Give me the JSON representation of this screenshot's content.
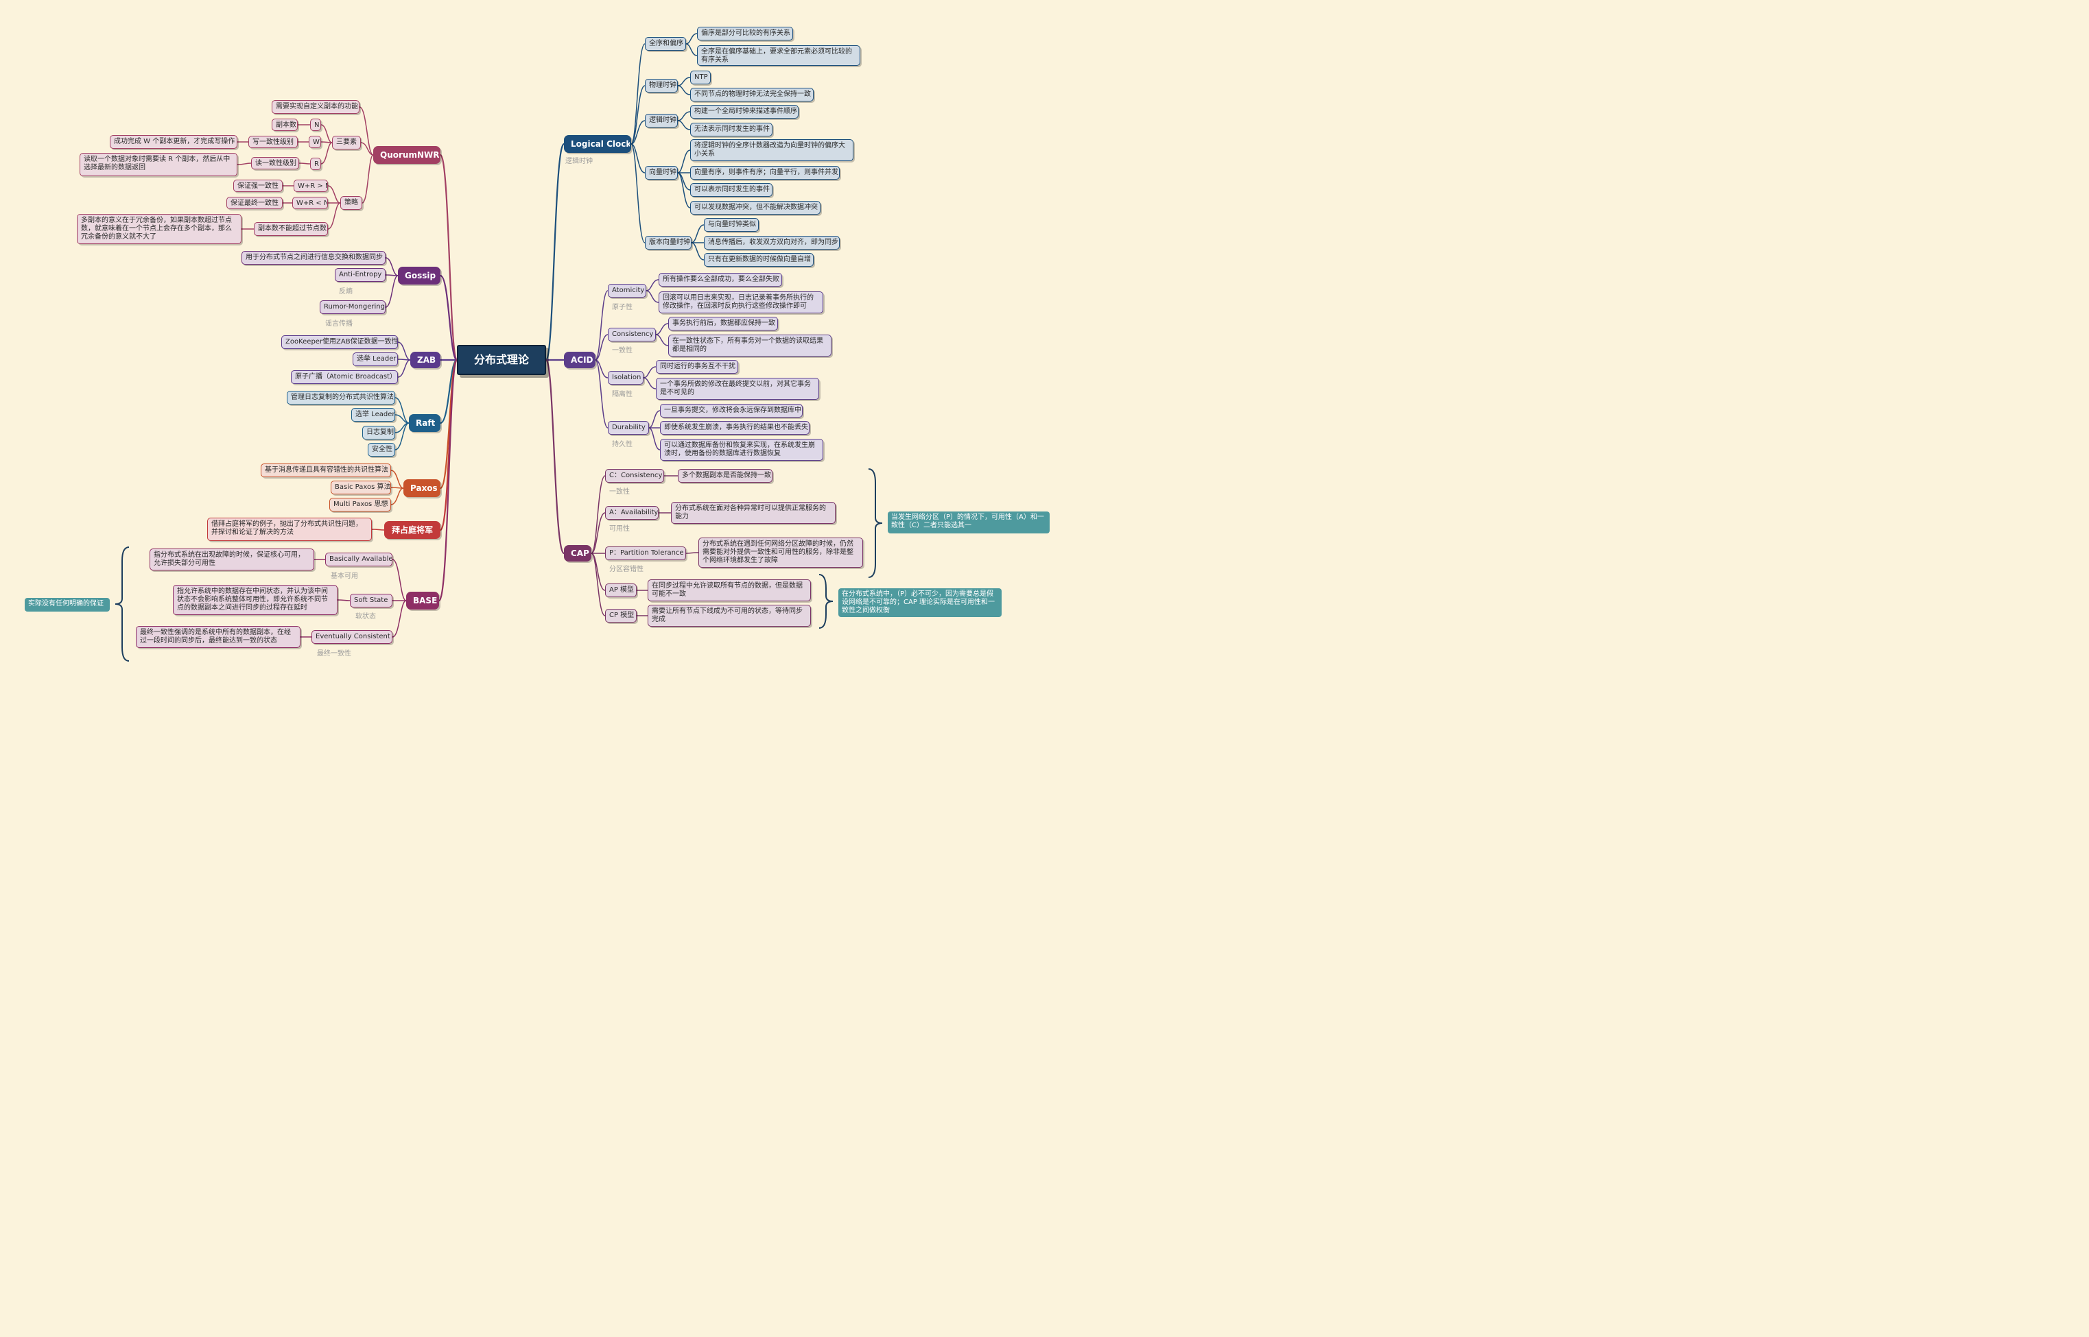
{
  "colors": {
    "center": "#1d3e5e",
    "logical_clock": "#1c4f7c",
    "acid": "#5b3d8a",
    "cap": "#7a3466",
    "quorum": "#a23f63",
    "gossip": "#6c2f7a",
    "zab": "#5a3a8c",
    "raft": "#1e5f8a",
    "paxos": "#c9532b",
    "byzantine": "#c23a3a",
    "base": "#8e2f65",
    "callout": "#4e9a9e"
  },
  "nodes": [
    {
      "id": "center",
      "text": "分布式理论",
      "kind": "center"
    },
    {
      "id": "lc",
      "text": "Logical Clock",
      "kind": "lvl1"
    },
    {
      "id": "lc_note",
      "text": "逻辑时钟",
      "kind": "note"
    },
    {
      "id": "lc_1",
      "text": "全序和偏序"
    },
    {
      "id": "lc_1a",
      "text": "偏序是部分可比较的有序关系"
    },
    {
      "id": "lc_1b",
      "text": "全序是在偏序基础上，要求全部元素必须可比较的有序关系"
    },
    {
      "id": "lc_2",
      "text": "物理时钟"
    },
    {
      "id": "lc_2a",
      "text": "NTP"
    },
    {
      "id": "lc_2b",
      "text": "不同节点的物理时钟无法完全保持一致"
    },
    {
      "id": "lc_3",
      "text": "逻辑时钟"
    },
    {
      "id": "lc_3a",
      "text": "构建一个全局时钟来描述事件顺序"
    },
    {
      "id": "lc_3b",
      "text": "无法表示同时发生的事件"
    },
    {
      "id": "lc_4",
      "text": "向量时钟"
    },
    {
      "id": "lc_4a",
      "text": "将逻辑时钟的全序计数器改造为向量时钟的偏序大小关系"
    },
    {
      "id": "lc_4b",
      "text": "向量有序，则事件有序；向量平行，则事件并发"
    },
    {
      "id": "lc_4c",
      "text": "可以表示同时发生的事件"
    },
    {
      "id": "lc_4d",
      "text": "可以发现数据冲突，但不能解决数据冲突"
    },
    {
      "id": "lc_5",
      "text": "版本向量时钟"
    },
    {
      "id": "lc_5a",
      "text": "与向量时钟类似"
    },
    {
      "id": "lc_5b",
      "text": "消息传播后，收发双方双向对齐，即为同步"
    },
    {
      "id": "lc_5c",
      "text": "只有在更新数据的时候做向量自增"
    },
    {
      "id": "acid",
      "text": "ACID",
      "kind": "lvl1"
    },
    {
      "id": "ac_1",
      "text": "Atomicity"
    },
    {
      "id": "ac_1n",
      "text": "原子性",
      "kind": "note"
    },
    {
      "id": "ac_1a",
      "text": "所有操作要么全部成功，要么全部失败"
    },
    {
      "id": "ac_1b",
      "text": "回滚可以用日志来实现，日志记录着事务所执行的修改操作，在回滚时反向执行这些修改操作即可"
    },
    {
      "id": "ac_2",
      "text": "Consistency"
    },
    {
      "id": "ac_2n",
      "text": "一致性",
      "kind": "note"
    },
    {
      "id": "ac_2a",
      "text": "事务执行前后，数据都应保持一致"
    },
    {
      "id": "ac_2b",
      "text": "在一致性状态下，所有事务对一个数据的读取结果都是相同的"
    },
    {
      "id": "ac_3",
      "text": "Isolation"
    },
    {
      "id": "ac_3n",
      "text": "隔离性",
      "kind": "note"
    },
    {
      "id": "ac_3a",
      "text": "同时运行的事务互不干扰"
    },
    {
      "id": "ac_3b",
      "text": "一个事务所做的修改在最终提交以前，对其它事务是不可见的"
    },
    {
      "id": "ac_4",
      "text": "Durability"
    },
    {
      "id": "ac_4n",
      "text": "持久性",
      "kind": "note"
    },
    {
      "id": "ac_4a",
      "text": "一旦事务提交，修改将会永远保存到数据库中"
    },
    {
      "id": "ac_4b",
      "text": "即使系统发生崩溃，事务执行的结果也不能丢失"
    },
    {
      "id": "ac_4c",
      "text": "可以通过数据库备份和恢复来实现，在系统发生崩溃时，使用备份的数据库进行数据恢复"
    },
    {
      "id": "cap",
      "text": "CAP",
      "kind": "lvl1"
    },
    {
      "id": "cap_1",
      "text": "C：Consistency"
    },
    {
      "id": "cap_1n",
      "text": "一致性",
      "kind": "note"
    },
    {
      "id": "cap_1a",
      "text": "多个数据副本是否能保持一致"
    },
    {
      "id": "cap_2",
      "text": "A：Availability"
    },
    {
      "id": "cap_2n",
      "text": "可用性",
      "kind": "note"
    },
    {
      "id": "cap_2a",
      "text": "分布式系统在面对各种异常时可以提供正常服务的能力"
    },
    {
      "id": "cap_3",
      "text": "P：Partition Tolerance"
    },
    {
      "id": "cap_3n",
      "text": "分区容错性",
      "kind": "note"
    },
    {
      "id": "cap_3a",
      "text": "分布式系统在遇到任何网络分区故障的时候，仍然需要能对外提供一致性和可用性的服务，除非是整个网络环境都发生了故障"
    },
    {
      "id": "cap_4",
      "text": "AP 模型"
    },
    {
      "id": "cap_4a",
      "text": "在同步过程中允许读取所有节点的数据，但是数据可能不一致"
    },
    {
      "id": "cap_5",
      "text": "CP 模型"
    },
    {
      "id": "cap_5a",
      "text": "需要让所有节点下线成为不可用的状态，等待同步完成"
    },
    {
      "id": "cap_sum1",
      "text": "当发生网络分区（P）的情况下，可用性（A）和一致性（C）二者只能选其一",
      "kind": "callout"
    },
    {
      "id": "cap_sum2",
      "text": "在分布式系统中，（P）必不可少，因为需要总是假设网络是不可靠的；CAP 理论实际是在可用性和一致性之间做权衡",
      "kind": "callout"
    },
    {
      "id": "qn",
      "text": "QuorumNWR",
      "kind": "lvl1"
    },
    {
      "id": "qn_1",
      "text": "需要实现自定义副本的功能"
    },
    {
      "id": "qn_2",
      "text": "三要素"
    },
    {
      "id": "qn_2N",
      "text": "N"
    },
    {
      "id": "qn_2W",
      "text": "W"
    },
    {
      "id": "qn_2R",
      "text": "R"
    },
    {
      "id": "qn_2Na",
      "text": "副本数"
    },
    {
      "id": "qn_2Wa",
      "text": "写一致性级别"
    },
    {
      "id": "qn_2Wb",
      "text": "成功完成 W 个副本更新，才完成写操作"
    },
    {
      "id": "qn_2Ra",
      "text": "读一致性级别"
    },
    {
      "id": "qn_2Rb",
      "text": "读取一个数据对象时需要读 R 个副本，然后从中选择最新的数据返回"
    },
    {
      "id": "qn_3",
      "text": "策略"
    },
    {
      "id": "qn_3a",
      "text": "W+R > N"
    },
    {
      "id": "qn_3a1",
      "text": "保证强一致性"
    },
    {
      "id": "qn_3b",
      "text": "W+R < N"
    },
    {
      "id": "qn_3b1",
      "text": "保证最终一致性"
    },
    {
      "id": "qn_3c",
      "text": "副本数不能超过节点数"
    },
    {
      "id": "qn_3c1",
      "text": "多副本的意义在于冗余备份，如果副本数超过节点数，就意味着在一个节点上会存在多个副本，那么冗余备份的意义就不大了"
    },
    {
      "id": "gs",
      "text": "Gossip",
      "kind": "lvl1"
    },
    {
      "id": "gs_1",
      "text": "用于分布式节点之间进行信息交换和数据同步"
    },
    {
      "id": "gs_2",
      "text": "Anti-Entropy"
    },
    {
      "id": "gs_2n",
      "text": "反熵",
      "kind": "note"
    },
    {
      "id": "gs_3",
      "text": "Rumor-Mongering"
    },
    {
      "id": "gs_3n",
      "text": "谣言传播",
      "kind": "note"
    },
    {
      "id": "zab",
      "text": "ZAB",
      "kind": "lvl1"
    },
    {
      "id": "zab_1",
      "text": "ZooKeeper使用ZAB保证数据一致性"
    },
    {
      "id": "zab_2",
      "text": "选举 Leader"
    },
    {
      "id": "zab_3",
      "text": "原子广播（Atomic Broadcast）"
    },
    {
      "id": "raft",
      "text": "Raft",
      "kind": "lvl1"
    },
    {
      "id": "raft_1",
      "text": "管理日志复制的分布式共识性算法"
    },
    {
      "id": "raft_2",
      "text": "选举 Leader"
    },
    {
      "id": "raft_3",
      "text": "日志复制"
    },
    {
      "id": "raft_4",
      "text": "安全性"
    },
    {
      "id": "px",
      "text": "Paxos",
      "kind": "lvl1"
    },
    {
      "id": "px_1",
      "text": "基于消息传递且具有容错性的共识性算法"
    },
    {
      "id": "px_2",
      "text": "Basic Paxos 算法"
    },
    {
      "id": "px_3",
      "text": "Multi Paxos 思想"
    },
    {
      "id": "bz",
      "text": "拜占庭将军",
      "kind": "lvl1"
    },
    {
      "id": "bz_1",
      "text": "借拜占庭将军的例子，抛出了分布式共识性问题，并探讨和论证了解决的方法"
    },
    {
      "id": "base",
      "text": "BASE",
      "kind": "lvl1"
    },
    {
      "id": "base_1",
      "text": "Basically Available"
    },
    {
      "id": "base_1n",
      "text": "基本可用",
      "kind": "note"
    },
    {
      "id": "base_1a",
      "text": "指分布式系统在出现故障的时候，保证核心可用，允许损失部分可用性"
    },
    {
      "id": "base_2",
      "text": "Soft State"
    },
    {
      "id": "base_2n",
      "text": "软状态",
      "kind": "note"
    },
    {
      "id": "base_2a",
      "text": "指允许系统中的数据存在中间状态，并认为该中间状态不会影响系统整体可用性，即允许系统不同节点的数据副本之间进行同步的过程存在延时"
    },
    {
      "id": "base_3",
      "text": "Eventually Consistent"
    },
    {
      "id": "base_3n",
      "text": "最终一致性",
      "kind": "note"
    },
    {
      "id": "base_3a",
      "text": "最终一致性强调的是系统中所有的数据副本，在经过一段时间的同步后，最终能达到一致的状态"
    },
    {
      "id": "base_sum",
      "text": "实际没有任何明确的保证",
      "kind": "callout"
    }
  ]
}
